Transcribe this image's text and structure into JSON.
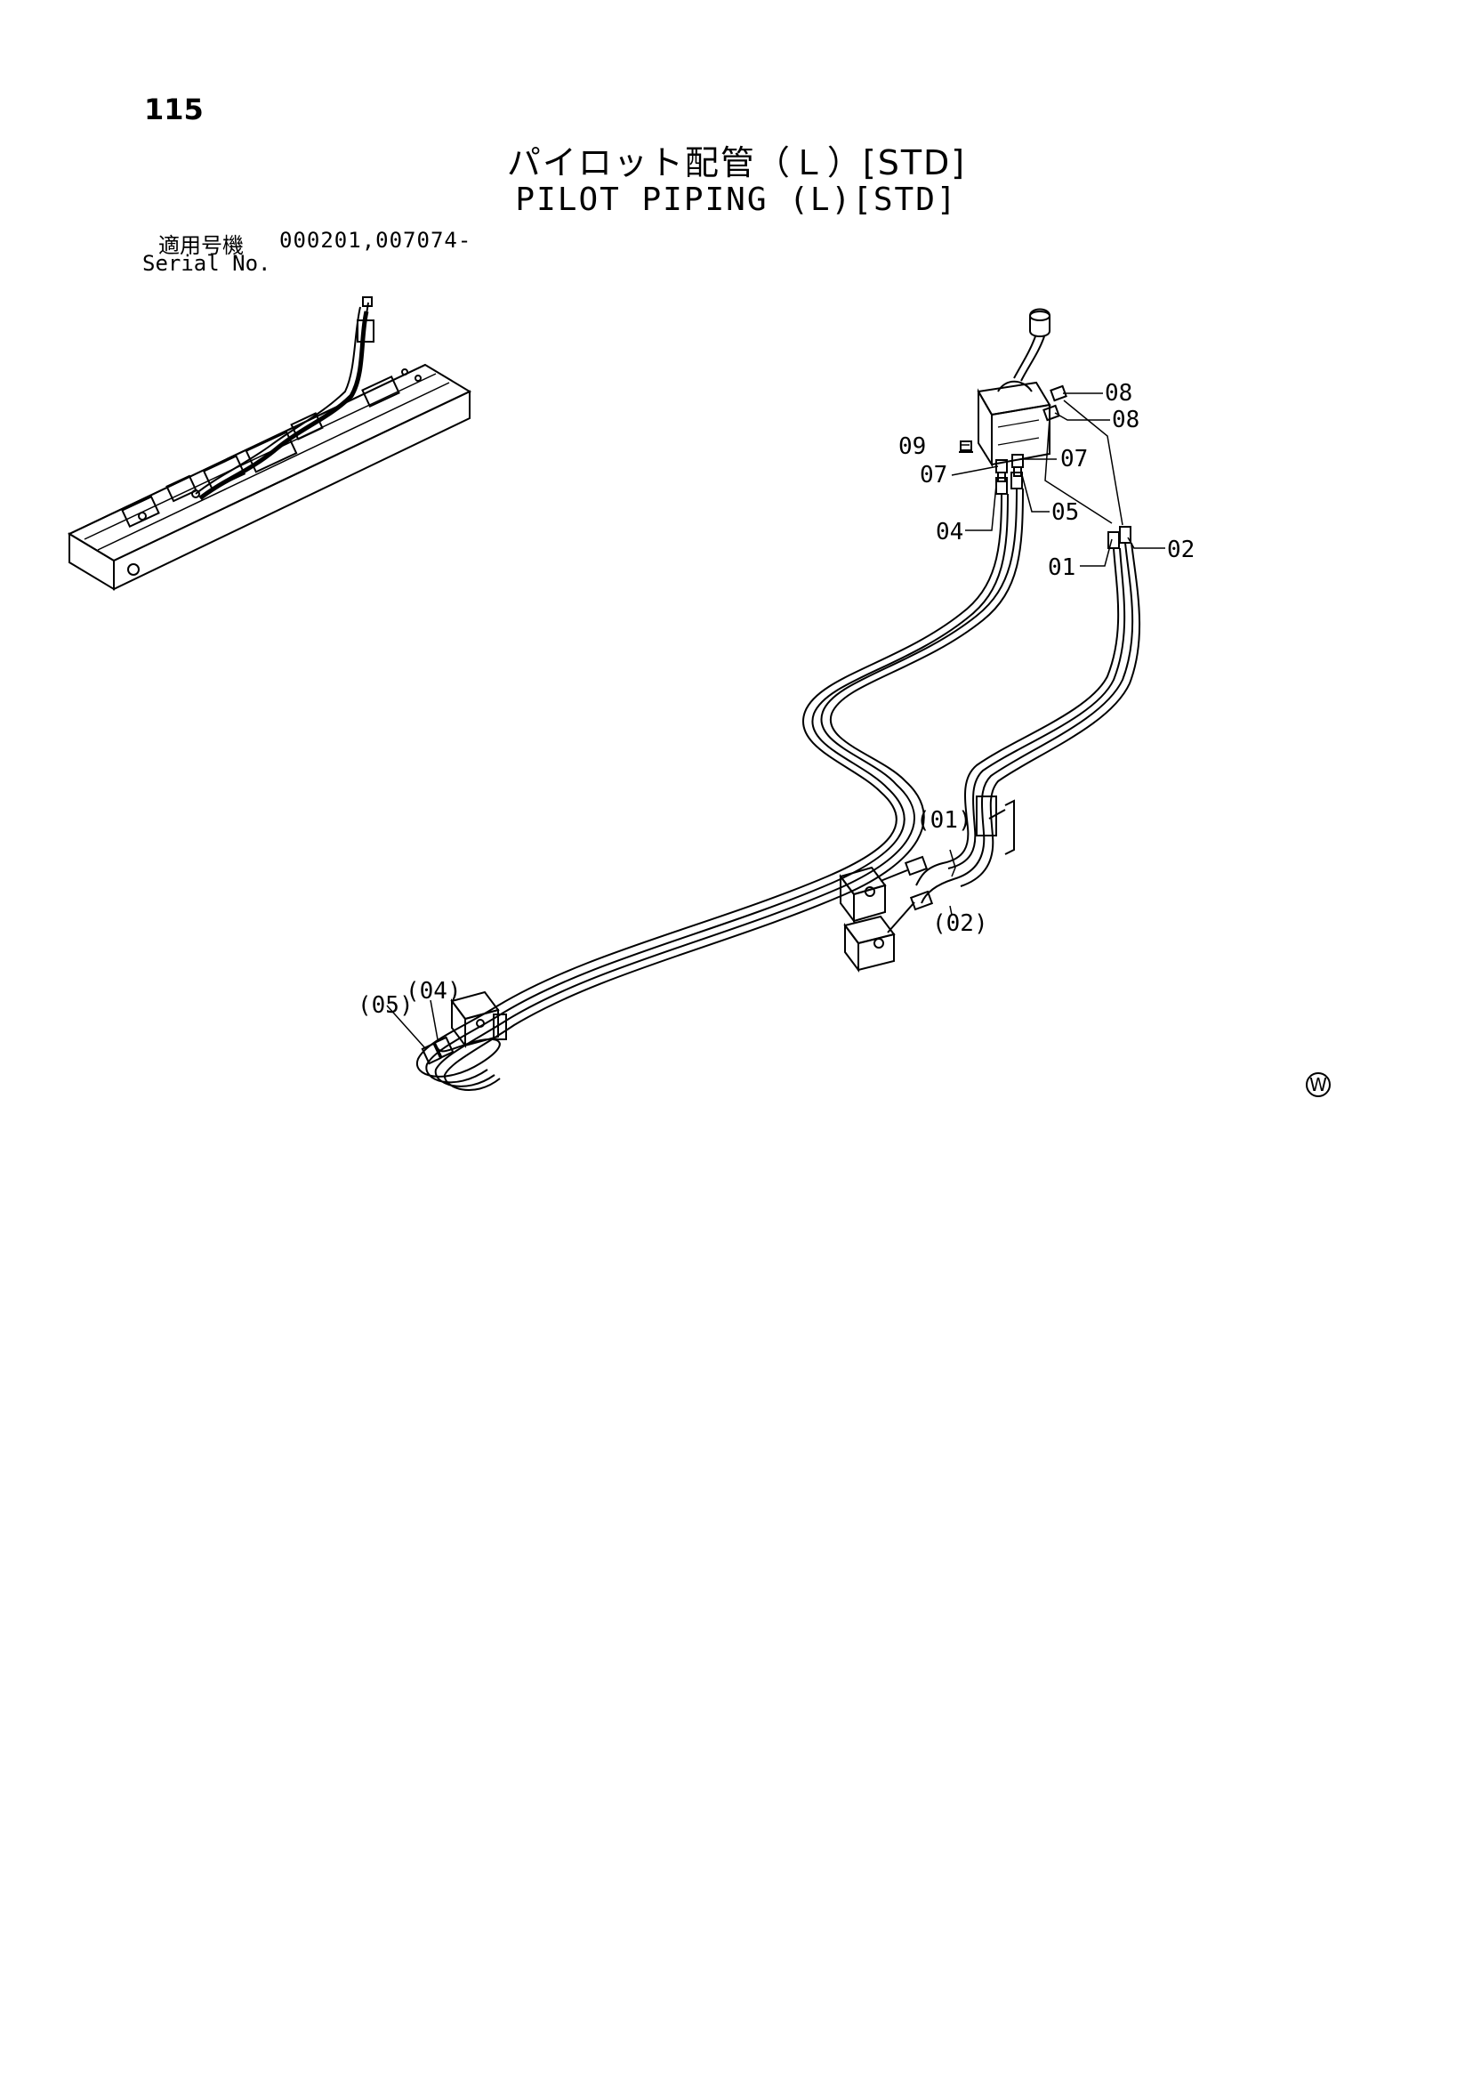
{
  "header": {
    "page_number": "115",
    "title_jp": "パイロット配管（Ｌ）[STD]",
    "title_en": "PILOT PIPING (L)[STD]",
    "serial_label_jp": "適用号機",
    "serial_value": "000201,007074-",
    "serial_label_en": "Serial No."
  },
  "callouts": {
    "c08a": "08",
    "c08b": "08",
    "c09": "09",
    "c07a": "07",
    "c07b": "07",
    "c05": "05",
    "c04": "04",
    "c01": "01",
    "c02": "02",
    "c01p": "(01)",
    "c02p": "(02)",
    "c05p": "(05)",
    "c04p": "(04)"
  },
  "marks": {
    "w_mark": "W"
  }
}
